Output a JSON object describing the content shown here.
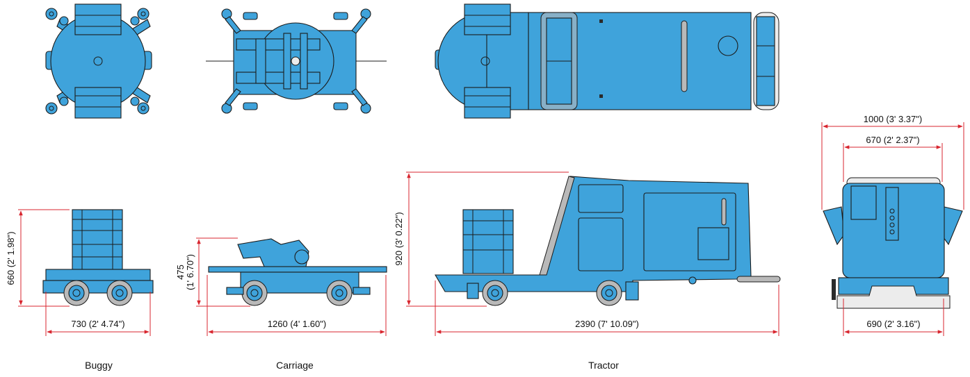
{
  "labels": {
    "buggy": "Buggy",
    "carriage": "Carriage",
    "tractor": "Tractor"
  },
  "dimensions": {
    "buggy_width": "730 (2' 4.74\")",
    "buggy_height": "660 (2' 1.98\")",
    "carriage_length": "1260 (4' 1.60\")",
    "carriage_height_mm": "475",
    "carriage_height_ft": "(1' 6.70\")",
    "tractor_length": "2390 (7' 10.09\")",
    "tractor_height": "920 (3' 0.22\")",
    "front_overall_width": "1000 (3' 3.37\")",
    "front_body_width": "670 (2' 2.37\")",
    "front_base_width": "690 (2' 3.16\")"
  },
  "colors": {
    "body": "#3fa3db",
    "dimension_line": "#d8262f",
    "outline": "#1b1b1b"
  }
}
